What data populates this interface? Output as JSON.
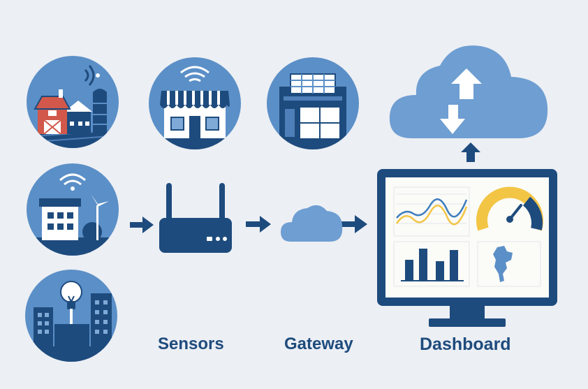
{
  "labels": {
    "sensors": "Sensors",
    "gateway": "Gateway",
    "dashboard": "Dashboard"
  },
  "colors": {
    "background": "#eceff4",
    "circle": "#5b8fc7",
    "navy": "#1e4b7d",
    "light_blue": "#7fa9d6",
    "white": "#ffffff",
    "red": "#d1584a",
    "yellow": "#f3c545",
    "screen": "#fbfbf7"
  },
  "icons": {
    "sources": [
      "farm-icon",
      "storefront-icon",
      "office-building-icon",
      "smart-home-icon",
      "smart-city-icon"
    ],
    "gateway": "router-icon",
    "network": "cloud-icon",
    "storage": "cloud-sync-icon",
    "dashboard": "monitor-icon",
    "arrows": "arrow-right-icon"
  }
}
